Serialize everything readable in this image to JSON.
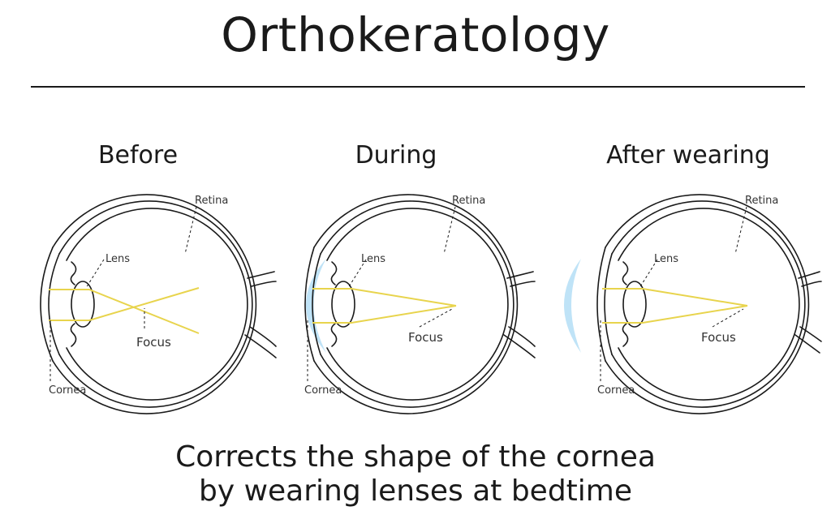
{
  "title": "Orthokeratology",
  "panels": [
    {
      "heading": "Before",
      "labels": {
        "retina": "Retina",
        "lens": "Lens",
        "focus": "Focus",
        "cornea": "Cornea"
      }
    },
    {
      "heading": "During",
      "labels": {
        "retina": "Retina",
        "lens": "Lens",
        "focus": "Focus",
        "cornea": "Cornea"
      }
    },
    {
      "heading": "After wearing",
      "labels": {
        "retina": "Retina",
        "lens": "Lens",
        "focus": "Focus",
        "cornea": "Cornea"
      }
    }
  ],
  "caption": {
    "line1": "Corrects the shape of the cornea",
    "line2": "by wearing lenses at bedtime"
  },
  "colors": {
    "light_ray": "#e8d44d",
    "contact_lens": "#bfe3f7",
    "outline": "#1a1a1a"
  }
}
